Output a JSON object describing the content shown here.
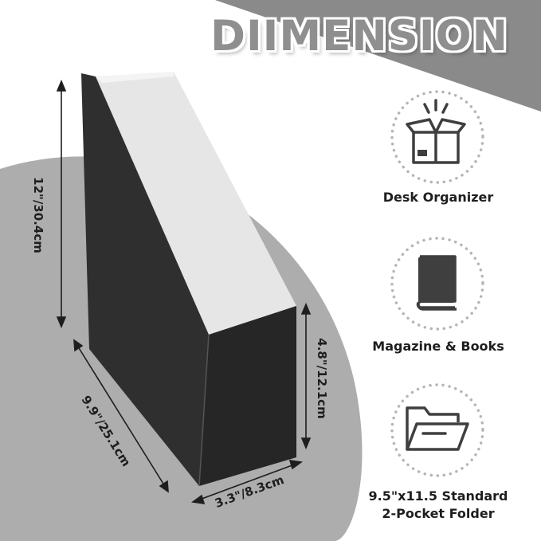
{
  "title": "DIIMENSION",
  "colors": {
    "panel_gray": "#8a8a8a",
    "disc_gray": "#adadad",
    "product_black": "#2b2b2b",
    "icon_gray": "#3f3f3f"
  },
  "dimensions": {
    "height": "12\"/30.4cm",
    "depth": "9.9\"/25.1cm",
    "width": "3.3\"/8.3cm",
    "front_height": "4.8\"/12.1cm"
  },
  "features": [
    {
      "icon": "open-box-icon",
      "label": "Desk Organizer"
    },
    {
      "icon": "book-icon",
      "label": "Magazine & Books"
    },
    {
      "icon": "folder-icon",
      "label_line1": "9.5\"x11.5 Standard",
      "label_line2": "2-Pocket Folder"
    }
  ]
}
